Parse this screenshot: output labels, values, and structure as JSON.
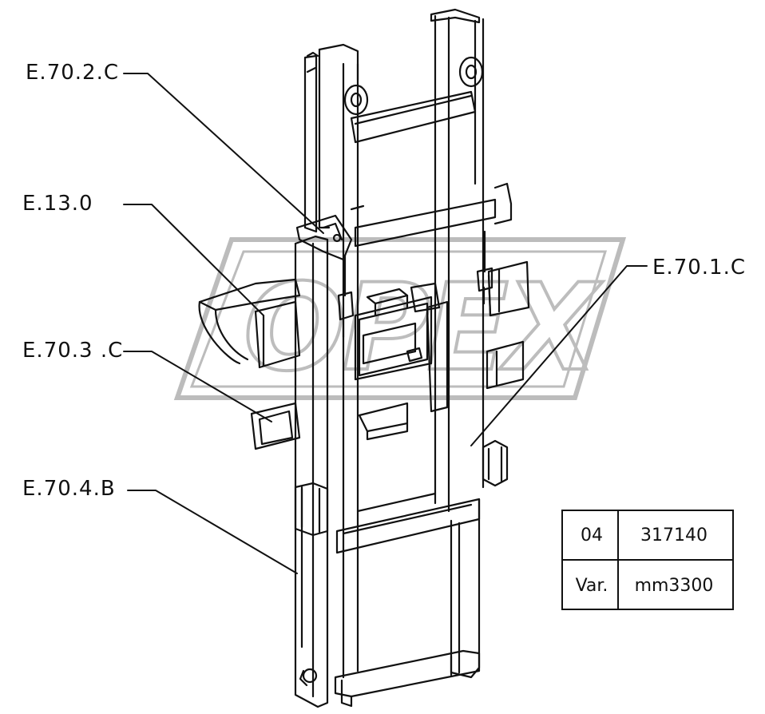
{
  "callouts": {
    "e7002c": "E.70.2.C",
    "e130": "E.13.0",
    "e7003c": "E.70.3 .C",
    "e7004b": "E.70.4.B",
    "e7001c": "E.70.1.C"
  },
  "info_table": {
    "row1": {
      "label": "04",
      "value": "317140"
    },
    "row2": {
      "label": "Var.",
      "value": "mm3300"
    }
  },
  "watermark": {
    "text": "OPEX"
  },
  "colors": {
    "line": "#111111",
    "watermark": "#bdbdbd",
    "background": "#ffffff"
  }
}
